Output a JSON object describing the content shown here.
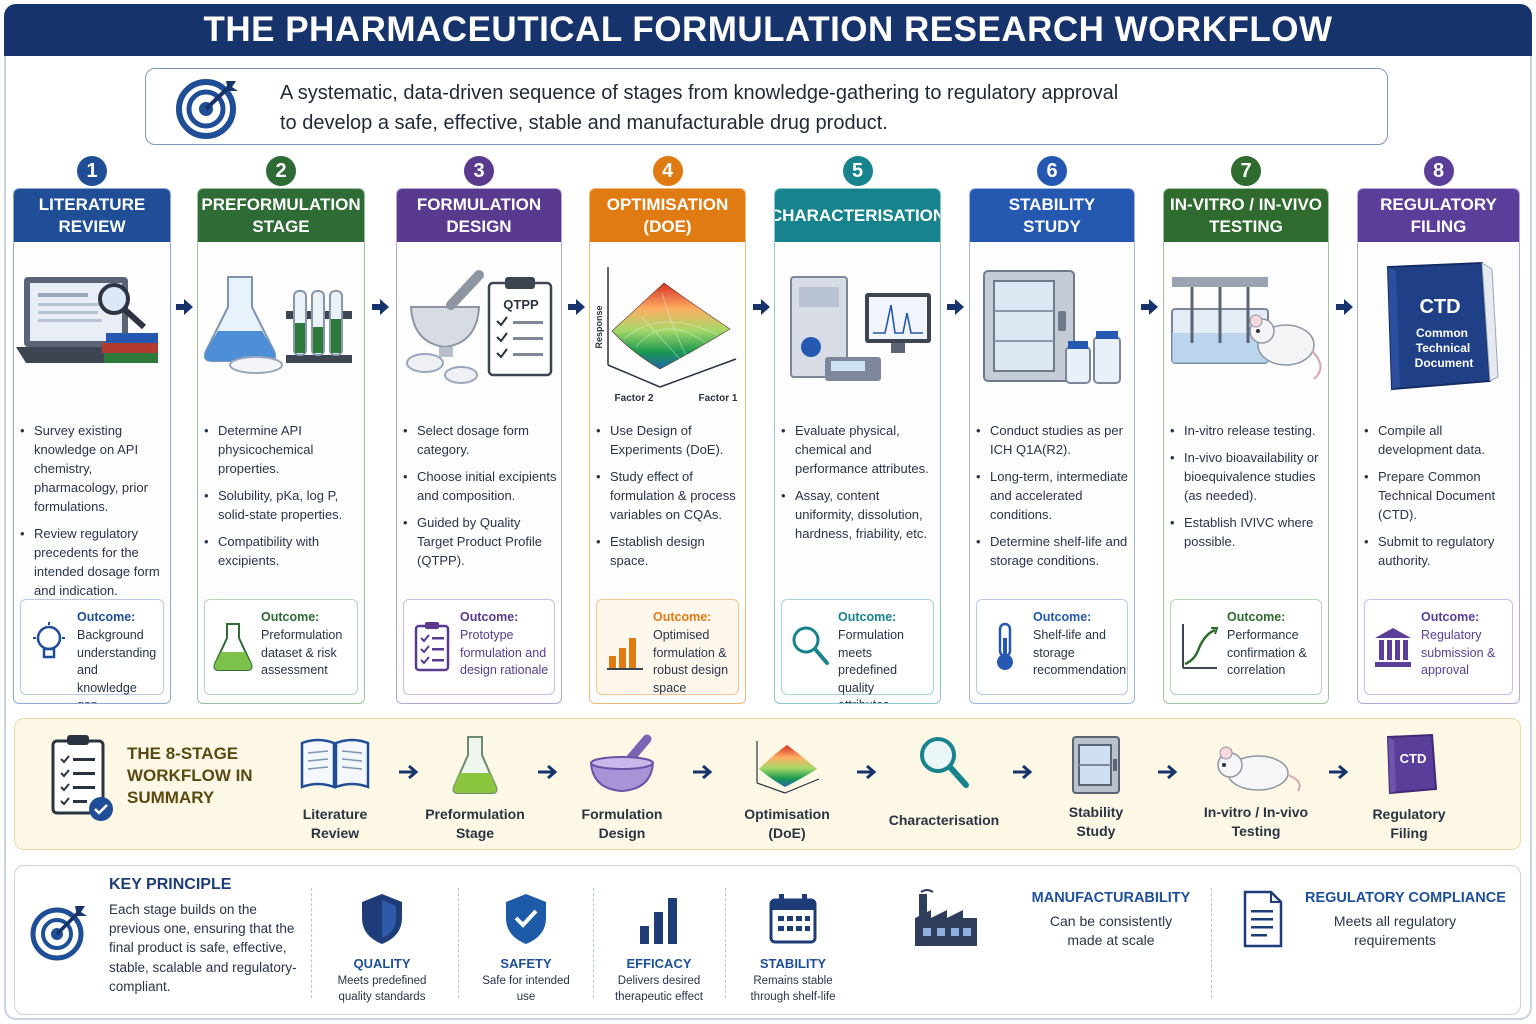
{
  "title": "THE PHARMACEUTICAL FORMULATION RESEARCH WORKFLOW",
  "intro": {
    "line1": "A systematic, data-driven sequence of stages from knowledge-gathering to regulatory approval",
    "line2": "to develop a safe, effective, stable and manufacturable drug product."
  },
  "colors": {
    "navy": "#17336b",
    "stage1": "#1f4e96",
    "stage2": "#2e6b35",
    "stage3": "#5a3a8f",
    "stage4": "#e07a12",
    "stage5": "#17838c",
    "stage6": "#2558b0",
    "stage7": "#2f6b2f",
    "stage8": "#5b3e99"
  },
  "stages": [
    {
      "number": "1",
      "title_line1": "LITERATURE",
      "title_line2": "REVIEW",
      "bullets": [
        "Survey existing knowledge on API chemistry, pharmacology, prior formulations.",
        "Review regulatory precedents for the intended dosage form and indication."
      ],
      "outcome_label": "Outcome:",
      "outcome_text": "Background understanding and knowledge gap identification",
      "icon": "lightbulb-icon"
    },
    {
      "number": "2",
      "title_line1": "PREFORMULATION",
      "title_line2": "STAGE",
      "bullets": [
        "Determine API physicochemical properties.",
        "Solubility, pKa, log P, solid-state properties.",
        "Compatibility with excipients."
      ],
      "outcome_label": "Outcome:",
      "outcome_text": "Preformulation dataset & risk assessment",
      "icon": "flask-icon"
    },
    {
      "number": "3",
      "title_line1": "FORMULATION",
      "title_line2": "DESIGN",
      "bullets": [
        "Select dosage form category.",
        "Choose initial excipients and composition.",
        "Guided by Quality Target Product Profile (QTPP)."
      ],
      "outcome_label": "Outcome:",
      "outcome_text": "Prototype formulation and design rationale",
      "icon": "checklist-icon",
      "illus_label": "QTPP"
    },
    {
      "number": "4",
      "title_line1": "OPTIMISATION",
      "title_line2": "(DOE)",
      "bullets": [
        "Use Design of Experiments (DoE).",
        "Study effect of formulation & process variables on CQAs.",
        "Establish design space."
      ],
      "outcome_label": "Outcome:",
      "outcome_text": "Optimised formulation & robust design space",
      "icon": "bar-chart-icon",
      "axis_response": "Response",
      "axis_factor1": "Factor 1",
      "axis_factor2": "Factor 2"
    },
    {
      "number": "5",
      "title_line1": "CHARACTERISATION",
      "title_line2": "",
      "bullets": [
        "Evaluate physical, chemical and performance attributes.",
        "Assay, content uniformity, dissolution, hardness, friability, etc."
      ],
      "outcome_label": "Outcome:",
      "outcome_text": "Formulation meets predefined quality attributes",
      "icon": "magnifier-icon"
    },
    {
      "number": "6",
      "title_line1": "STABILITY",
      "title_line2": "STUDY",
      "bullets": [
        "Conduct studies as per ICH Q1A(R2).",
        "Long-term, intermediate and accelerated conditions.",
        "Determine shelf-life and storage conditions."
      ],
      "outcome_label": "Outcome:",
      "outcome_text": "Shelf-life and storage recommendation",
      "icon": "thermometer-icon"
    },
    {
      "number": "7",
      "title_line1": "IN-VITRO / IN-VIVO",
      "title_line2": "TESTING",
      "bullets": [
        "In-vitro release testing.",
        "In-vivo bioavailability or bioequivalence studies (as needed).",
        "Establish IVIVC where possible."
      ],
      "outcome_label": "Outcome:",
      "outcome_text": "Performance confirmation & correlation",
      "icon": "line-graph-icon"
    },
    {
      "number": "8",
      "title_line1": "REGULATORY",
      "title_line2": "FILING",
      "bullets": [
        "Compile all development data.",
        "Prepare Common Technical Document (CTD).",
        "Submit to regulatory authority."
      ],
      "outcome_label": "Outcome:",
      "outcome_text": "Regulatory submission & approval",
      "icon": "institution-icon",
      "book_title": "CTD",
      "book_sub1": "Common",
      "book_sub2": "Technical",
      "book_sub3": "Document"
    }
  ],
  "summary": {
    "title": "THE 8-STAGE WORKFLOW IN SUMMARY",
    "items": [
      {
        "line1": "Literature",
        "line2": "Review"
      },
      {
        "line1": "Preformulation",
        "line2": "Stage"
      },
      {
        "line1": "Formulation",
        "line2": "Design"
      },
      {
        "line1": "Optimisation",
        "line2": "(DoE)"
      },
      {
        "line1": "Characterisation",
        "line2": ""
      },
      {
        "line1": "Stability",
        "line2": "Study"
      },
      {
        "line1": "In-vitro / In-vivo",
        "line2": "Testing"
      },
      {
        "line1": "Regulatory",
        "line2": "Filing"
      }
    ],
    "ctd_label": "CTD"
  },
  "key": {
    "title": "KEY PRINCIPLE",
    "text": "Each stage builds on the previous one, ensuring that the final product is safe, effective, stable, scalable and regulatory-compliant.",
    "pillars": [
      {
        "title": "QUALITY",
        "line1": "Meets predefined",
        "line2": "quality standards"
      },
      {
        "title": "SAFETY",
        "line1": "Safe for intended",
        "line2": "use"
      },
      {
        "title": "EFFICACY",
        "line1": "Delivers desired",
        "line2": "therapeutic effect"
      },
      {
        "title": "STABILITY",
        "line1": "Remains stable",
        "line2": "through shelf-life"
      }
    ],
    "manufacturability": {
      "title": "MANUFACTURABILITY",
      "line1": "Can be consistently",
      "line2": "made at scale"
    },
    "compliance": {
      "title": "REGULATORY COMPLIANCE",
      "line1": "Meets all regulatory",
      "line2": "requirements"
    }
  }
}
